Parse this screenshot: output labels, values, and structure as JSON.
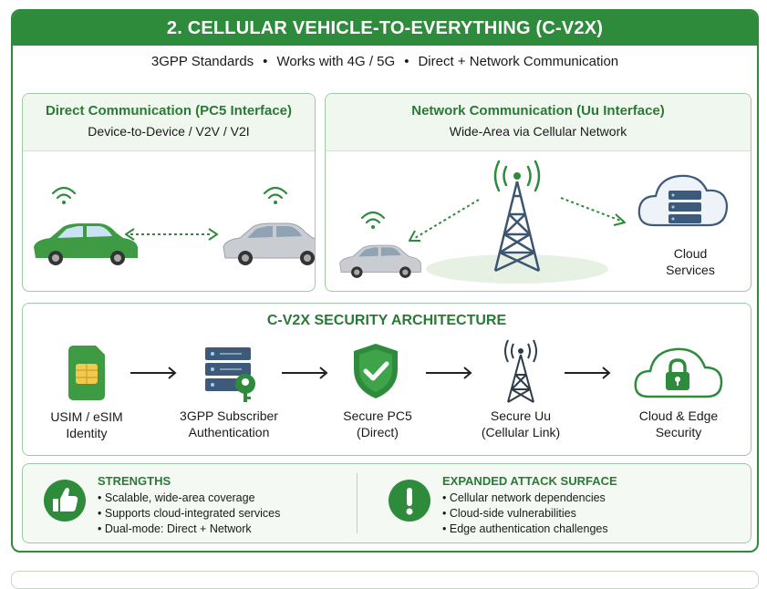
{
  "title": "2. CELLULAR VEHICLE-TO-EVERYTHING (C-V2X)",
  "subtitle": [
    "3GPP Standards",
    "Works with 4G / 5G",
    "Direct + Network Communication"
  ],
  "separator": "•",
  "direct": {
    "heading": "Direct Communication (PC5 Interface)",
    "subheading": "Device-to-Device / V2V / V2I"
  },
  "network": {
    "heading": "Network Communication (Uu Interface)",
    "subheading": "Wide-Area via Cellular Network",
    "cloud_label_1": "Cloud",
    "cloud_label_2": "Services"
  },
  "security": {
    "title": "C-V2X SECURITY ARCHITECTURE",
    "steps": [
      {
        "line1": "USIM / eSIM",
        "line2": "Identity",
        "icon": "sim-card-icon"
      },
      {
        "line1": "3GPP Subscriber",
        "line2": "Authentication",
        "icon": "server-key-icon"
      },
      {
        "line1": "Secure PC5",
        "line2": "(Direct)",
        "icon": "shield-check-icon"
      },
      {
        "line1": "Secure Uu",
        "line2": "(Cellular Link)",
        "icon": "cell-tower-icon"
      },
      {
        "line1": "Cloud & Edge",
        "line2": "Security",
        "icon": "cloud-lock-icon"
      }
    ]
  },
  "strengths": {
    "heading": "STRENGTHS",
    "items": [
      "Scalable, wide-area coverage",
      "Supports cloud-integrated services",
      "Dual-mode: Direct + Network"
    ]
  },
  "attack": {
    "heading": "EXPANDED ATTACK SURFACE",
    "items": [
      "Cellular network dependencies",
      "Cloud-side vulnerabilities",
      "Edge authentication challenges"
    ]
  },
  "colors": {
    "accent": "#2e8b3c",
    "panel_border": "#9dc9a3",
    "car_green": "#3e9b43",
    "car_silver": "#c9ccd0",
    "server_blue": "#3e5a7a"
  }
}
